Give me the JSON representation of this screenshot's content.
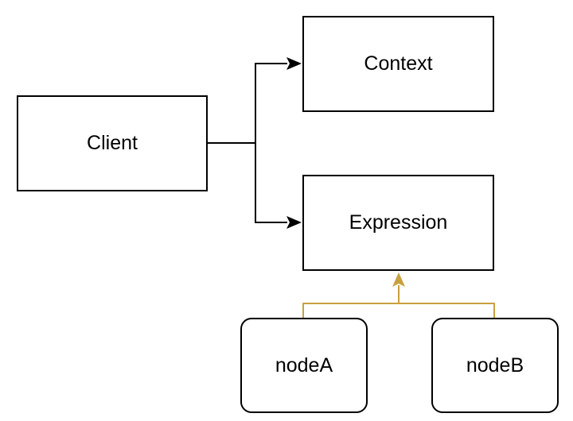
{
  "diagram": {
    "background_color": "#ffffff",
    "colors": {
      "node_border": "#000000",
      "node_fill": "#ffffff",
      "label_text": "#000000",
      "primary_edge": "#000000",
      "inheritance_edge": "#C9A03D"
    },
    "nodes": [
      {
        "id": "client",
        "label": "Client",
        "shape": "rectangle"
      },
      {
        "id": "context",
        "label": "Context",
        "shape": "rectangle"
      },
      {
        "id": "expression",
        "label": "Expression",
        "shape": "rectangle"
      },
      {
        "id": "nodeA",
        "label": "nodeA",
        "shape": "rounded-rectangle"
      },
      {
        "id": "nodeB",
        "label": "nodeB",
        "shape": "rounded-rectangle"
      }
    ],
    "edges": [
      {
        "from": "Client",
        "to": "Context",
        "arrow": "filled-triangle",
        "color_ref": "primary_edge"
      },
      {
        "from": "Client",
        "to": "Expression",
        "arrow": "filled-triangle",
        "color_ref": "primary_edge"
      },
      {
        "from": "nodeA",
        "to": "Expression",
        "arrow": "filled-triangle",
        "color_ref": "inheritance_edge"
      },
      {
        "from": "nodeB",
        "to": "Expression",
        "arrow": "filled-triangle",
        "color_ref": "inheritance_edge"
      }
    ]
  }
}
